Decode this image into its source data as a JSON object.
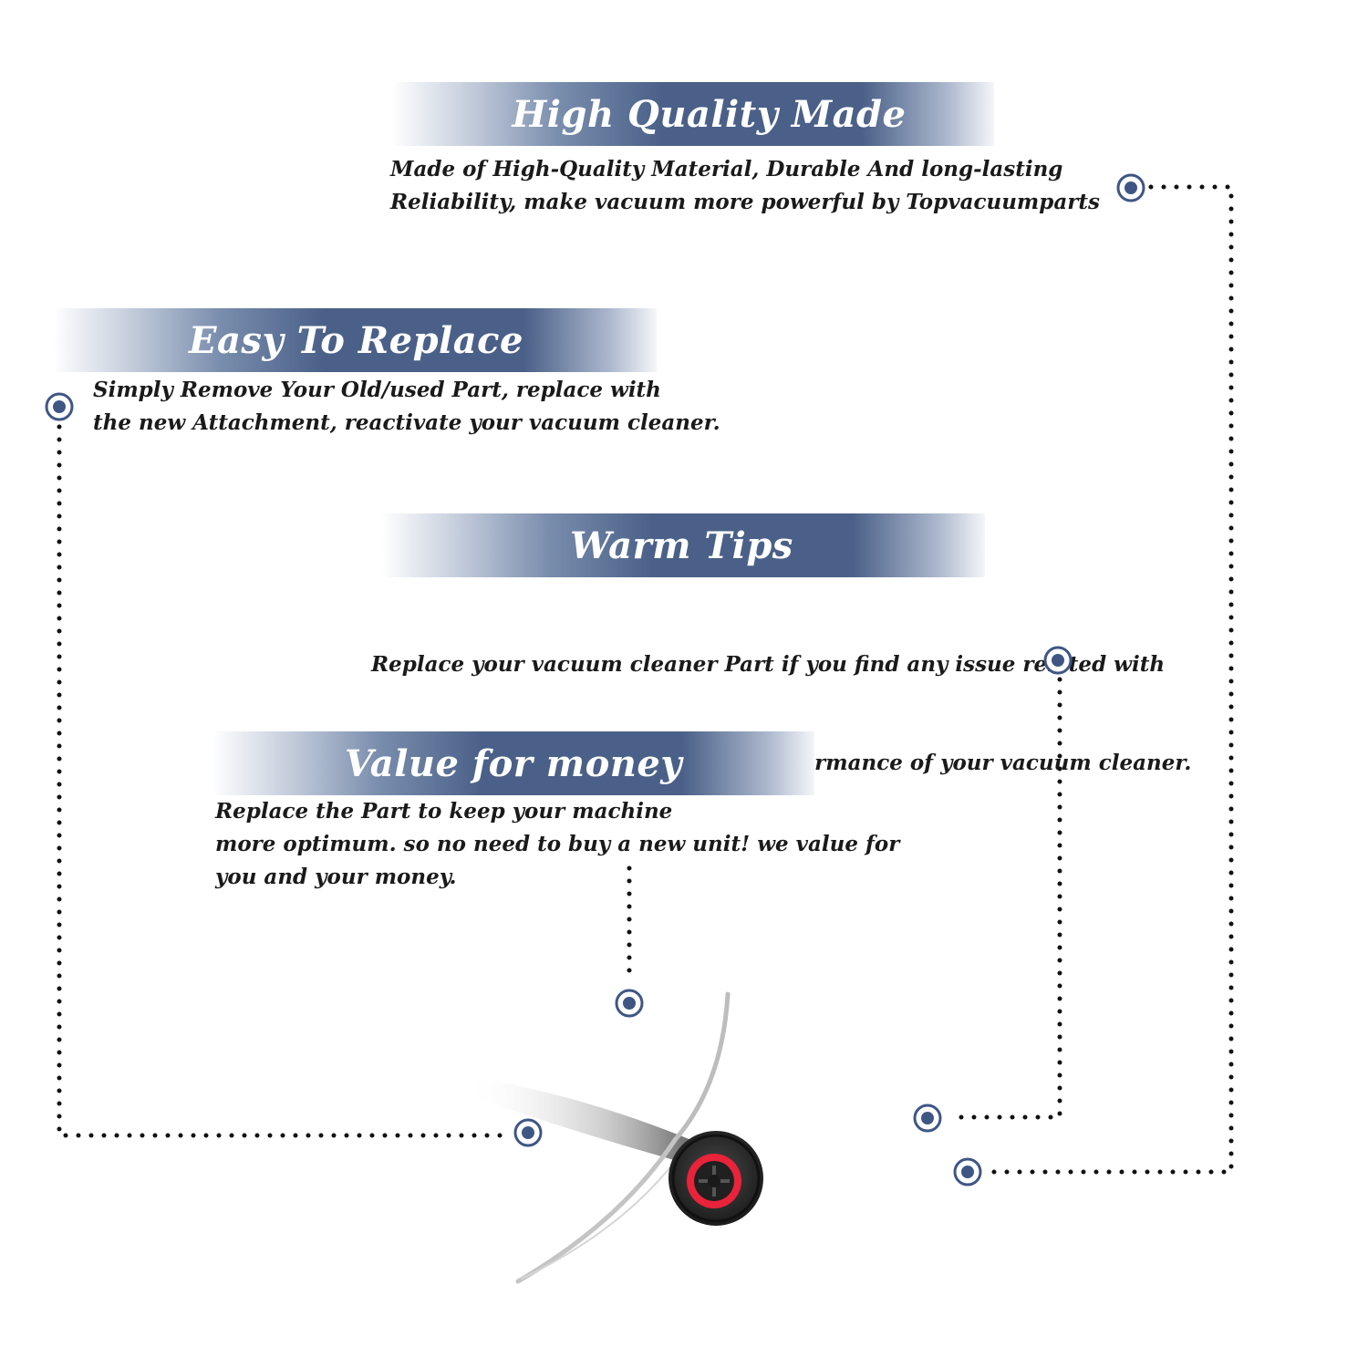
{
  "sections": [
    {
      "title": "High Quality Made",
      "lines": [
        "Made of  High-Quality Material, Durable And long-lasting",
        "Reliability, make vacuum more powerful by Topvacuumparts"
      ]
    },
    {
      "title": "Easy To Replace",
      "lines": [
        "Simply Remove Your Old/used Part, replace with",
        "the new Attachment, reactivate your vacuum cleaner."
      ]
    },
    {
      "title": "Warm Tips",
      "lines": [
        "Replace your vacuum cleaner Part if you find any issue related with",
        " attachment to ensure optimum performance of your vacuum cleaner."
      ]
    },
    {
      "title": "Value for money",
      "lines": [
        "Replace the Part to keep your machine",
        "more optimum. so no need to buy a new unit! we value for",
        "you and your money."
      ]
    }
  ],
  "colors": {
    "banner": "#4a6088",
    "marker": "#3f5685",
    "dots": "#111111",
    "text": "#1a1a1a",
    "hub": "#e8233a"
  },
  "icons": {
    "marker": "target-marker-icon",
    "product": "side-brush-icon"
  }
}
